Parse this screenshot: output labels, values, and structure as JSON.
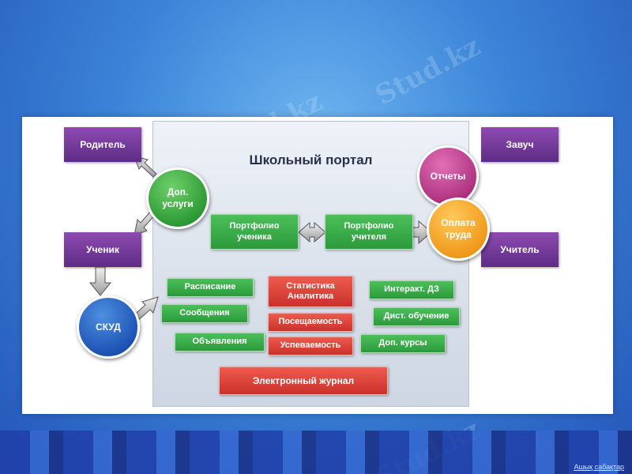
{
  "watermark": "Stud.kz",
  "diagram": {
    "title": "Школьный портал",
    "roles": {
      "parent": "Родитель",
      "student": "Ученик",
      "head_teacher": "Завуч",
      "teacher": "Учитель"
    },
    "circles": {
      "extra_services": "Доп.\nуслуги",
      "skud": "СКУД",
      "reports": "Отчеты",
      "payroll": "Оплата\nтруда"
    },
    "portfolios": {
      "student": "Портфолио\nученика",
      "teacher": "Портфолио\nучителя"
    },
    "modules": {
      "schedule": "Расписание",
      "messages": "Сообщения",
      "announcements": "Объявления",
      "statistics": "Статистика\nАналитика",
      "attendance": "Посещаемость",
      "performance": "Успеваемость",
      "interactive_hw": "Интеракт. ДЗ",
      "distance_learning": "Дист. обучение",
      "extra_courses": "Доп. курсы",
      "electronic_journal": "Электронный журнал"
    }
  },
  "footer": {
    "link": "Ашық сабақтар"
  },
  "colors": {
    "role_purple": "#6a3192",
    "module_green": "#35a845",
    "module_red": "#d83c33",
    "circle_green": "#2e9b36",
    "circle_blue": "#1d54b5",
    "circle_magenta": "#b0337f",
    "circle_orange": "#f09a1d"
  }
}
